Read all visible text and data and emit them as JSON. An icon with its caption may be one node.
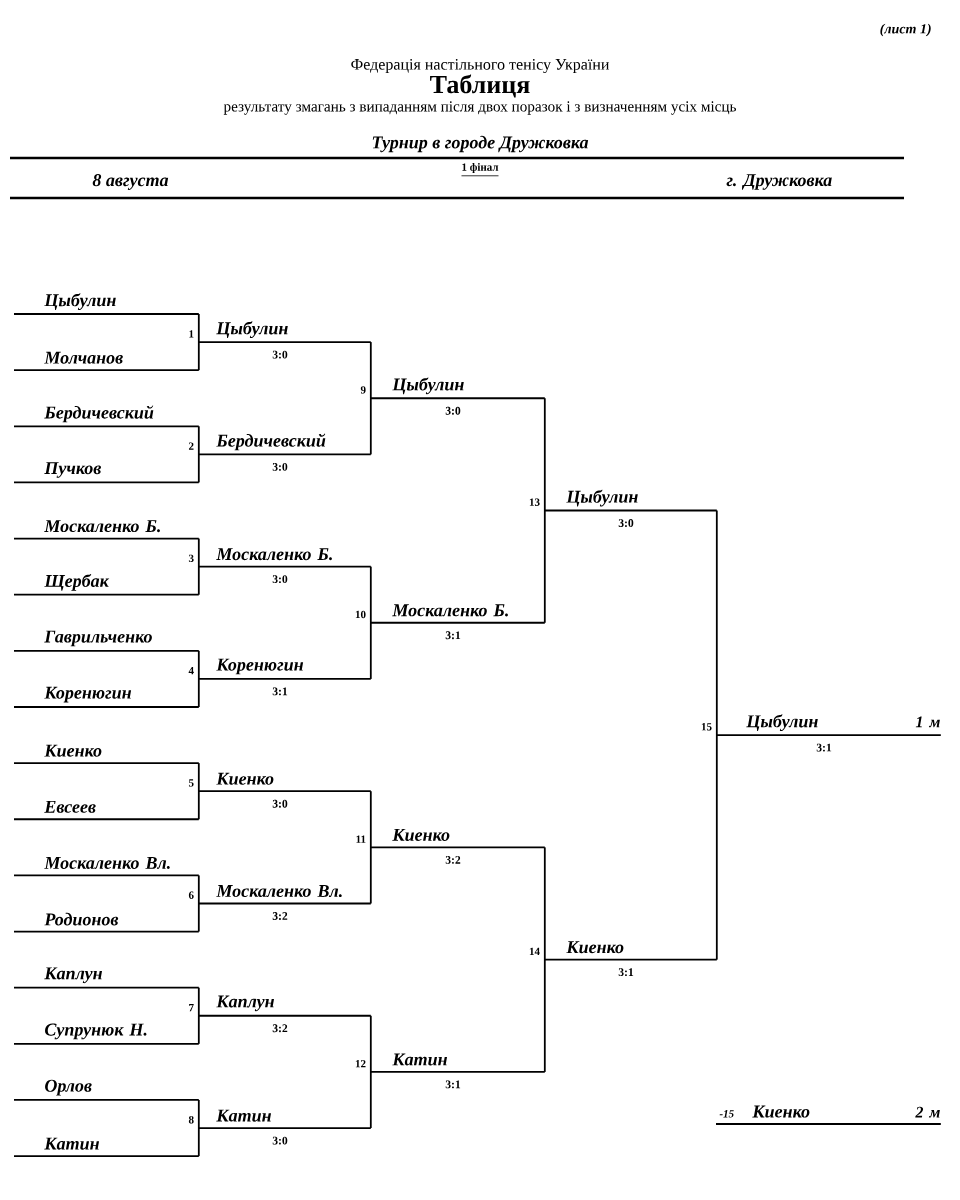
{
  "diagram": {
    "title": "Таблиця",
    "nodes": [
      {
        "text": [
          "Цыбулин"
        ]
      },
      {
        "text": [
          "Молчанов"
        ]
      },
      {
        "text": [
          "Бердичевский"
        ]
      },
      {
        "text": [
          "Пучков"
        ]
      },
      {
        "text": [
          "Москаленко Б."
        ]
      },
      {
        "text": [
          "Щербак"
        ]
      },
      {
        "text": [
          "Гаврильченко"
        ]
      },
      {
        "text": [
          "Коренюгин"
        ]
      },
      {
        "text": [
          "Киенко"
        ]
      },
      {
        "text": [
          "Евсеев"
        ]
      },
      {
        "text": [
          "Москаленко Вл."
        ]
      },
      {
        "text": [
          "Родионов"
        ]
      },
      {
        "text": [
          "Каплун"
        ]
      },
      {
        "text": [
          "Супрунюк Н."
        ]
      },
      {
        "text": [
          "Орлов"
        ]
      },
      {
        "text": [
          "Катин"
        ]
      },
      {
        "text": [
          "Цыбулин"
        ],
        "beside": [
          "1",
          "3:0"
        ]
      },
      {
        "text": [
          "Бердичевский"
        ],
        "beside": [
          "2",
          "3:0"
        ]
      },
      {
        "text": [
          "Москаленко Б."
        ],
        "beside": [
          "3",
          "3:0"
        ]
      },
      {
        "text": [
          "Коренюгин"
        ],
        "beside": [
          "4",
          "3:1"
        ]
      },
      {
        "text": [
          "Киенко"
        ],
        "beside": [
          "5",
          "3:0"
        ]
      },
      {
        "text": [
          "Москаленко Вл."
        ],
        "beside": [
          "6",
          "3:2"
        ]
      },
      {
        "text": [
          "Каплун"
        ],
        "beside": [
          "7",
          "3:2"
        ]
      },
      {
        "text": [
          "Катин"
        ],
        "beside": [
          "8",
          "3:0"
        ]
      },
      {
        "text": [
          "Цыбулин"
        ],
        "beside": [
          "9",
          "3:0"
        ]
      },
      {
        "text": [
          "Москаленко Б."
        ],
        "beside": [
          "10",
          "3:1"
        ]
      },
      {
        "text": [
          "Киенко"
        ],
        "beside": [
          "11",
          "3:2"
        ]
      },
      {
        "text": [
          "Катин"
        ],
        "beside": [
          "12",
          "3:1"
        ]
      },
      {
        "text": [
          "Цыбулин"
        ],
        "beside": [
          "13",
          "3:0"
        ]
      },
      {
        "text": [
          "Киенко"
        ],
        "beside": [
          "14",
          "3:1"
        ]
      },
      {
        "text": [
          "Цыбулин",
          "1 м"
        ],
        "beside": [
          "15",
          "3:1"
        ]
      },
      {
        "text": [
          "-15",
          "Киенко",
          "2 м"
        ]
      }
    ],
    "edges": [
      {
        "from": 0,
        "to": 16,
        "arrow": "none"
      },
      {
        "from": 1,
        "to": 16,
        "arrow": "none"
      },
      {
        "from": 2,
        "to": 17,
        "arrow": "none"
      },
      {
        "from": 3,
        "to": 17,
        "arrow": "none"
      },
      {
        "from": 4,
        "to": 18,
        "arrow": "none"
      },
      {
        "from": 5,
        "to": 18,
        "arrow": "none"
      },
      {
        "from": 6,
        "to": 19,
        "arrow": "none"
      },
      {
        "from": 7,
        "to": 19,
        "arrow": "none"
      },
      {
        "from": 8,
        "to": 20,
        "arrow": "none"
      },
      {
        "from": 9,
        "to": 20,
        "arrow": "none"
      },
      {
        "from": 10,
        "to": 21,
        "arrow": "none"
      },
      {
        "from": 11,
        "to": 21,
        "arrow": "none"
      },
      {
        "from": 12,
        "to": 22,
        "arrow": "none"
      },
      {
        "from": 13,
        "to": 22,
        "arrow": "none"
      },
      {
        "from": 14,
        "to": 23,
        "arrow": "none"
      },
      {
        "from": 15,
        "to": 23,
        "arrow": "none"
      },
      {
        "from": 16,
        "to": 24,
        "arrow": "none"
      },
      {
        "from": 17,
        "to": 24,
        "arrow": "none"
      },
      {
        "from": 18,
        "to": 25,
        "arrow": "none"
      },
      {
        "from": 19,
        "to": 25,
        "arrow": "none"
      },
      {
        "from": 20,
        "to": 26,
        "arrow": "none"
      },
      {
        "from": 21,
        "to": 26,
        "arrow": "none"
      },
      {
        "from": 22,
        "to": 27,
        "arrow": "none"
      },
      {
        "from": 23,
        "to": 27,
        "arrow": "none"
      },
      {
        "from": 24,
        "to": 28,
        "arrow": "none"
      },
      {
        "from": 25,
        "to": 28,
        "arrow": "none"
      },
      {
        "from": 26,
        "to": 29,
        "arrow": "none"
      },
      {
        "from": 27,
        "to": 29,
        "arrow": "none"
      },
      {
        "from": 28,
        "to": 30,
        "arrow": "none"
      },
      {
        "from": 29,
        "to": 30,
        "arrow": "none"
      }
    ],
    "labels": [
      "(лист 1)",
      "Федерація настільного тенісу України",
      "результату змагань з випаданням після двох поразок і з визначенням усіх місць",
      "Турнир в городе Дружковка",
      "1 фінал",
      "8 августа",
      "г. Дружковка"
    ]
  }
}
